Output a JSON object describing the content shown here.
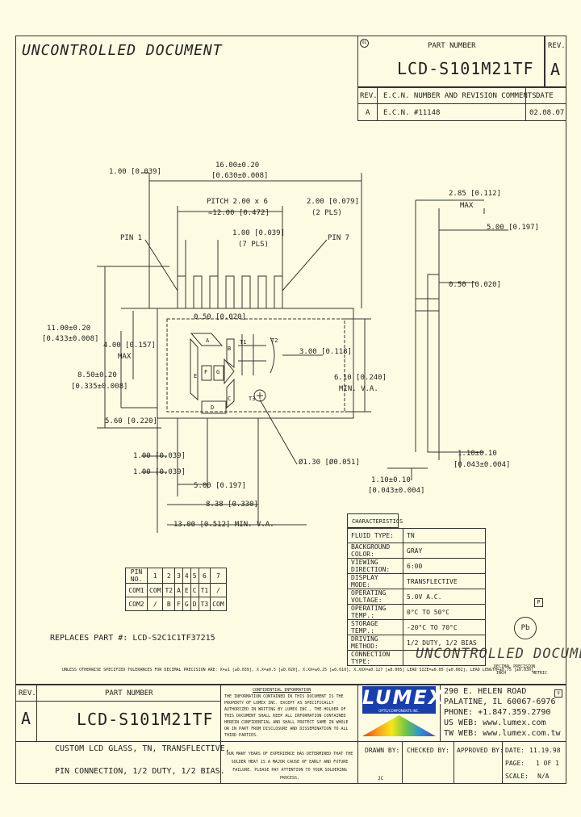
{
  "header": {
    "watermark_top": "UNCONTROLLED DOCUMENT",
    "part_number_label": "PART NUMBER",
    "part_number": "LCD-S101M21TF",
    "rev_label": "REV.",
    "rev": "A",
    "ecn_header": {
      "rev": "REV.",
      "ecn": "E.C.N. NUMBER AND REVISION COMMENTS",
      "date": "DATE"
    },
    "ecn_row": {
      "rev": "A",
      "ecn": "E.C.N. #11148",
      "date": "02.08.07"
    }
  },
  "drawing": {
    "dims": {
      "d1": "1.00 [0.039]",
      "d2a": "16.00±0.20",
      "d2b": "[0.630±0.008]",
      "pitch_a": "PITCH 2.00 x 6",
      "pitch_b": "=12.00 [0.472]",
      "d3a": "2.00 [0.079]",
      "d3b": "(2 PLS)",
      "pin1": "PIN 1",
      "pin7": "PIN 7",
      "d4a": "1.00 [0.039]",
      "d4b": "(7 PLS)",
      "d5a": "11.00±0.20",
      "d5b": "[0.433±0.008]",
      "d6": "0.50 [0.020]",
      "d7a": "4.00 [0.157]",
      "d7b": "MAX",
      "d8a": "8.50±0.20",
      "d8b": "[0.335±0.008]",
      "d9": "3.00 [0.118]",
      "d10a": "6.10 [0.240]",
      "d10b": "MIN. V.A.",
      "d11": "5.60 [0.220]",
      "d12": "1.00 [0.039]",
      "d13": "1.00 [0.039]",
      "d14": "5.00 [0.197]",
      "d15": "8.38 [0.330]",
      "d16": "13.00 [0.512] MIN. V.A.",
      "d17": "Ø1.30 [Ø0.051]",
      "side_a": "2.85 [0.112]",
      "side_b": "MAX",
      "side_c": "5.00 [0.197]",
      "side_d": "0.50 [0.020]",
      "side_e": "1.10±0.10",
      "side_f": "[0.043±0.004]",
      "side_g": "1.10±0.10",
      "side_h": "[0.043±0.004]"
    },
    "segments": {
      "a": "A",
      "b": "B",
      "c": "C",
      "d": "D",
      "e": "E",
      "f": "F",
      "g": "G",
      "t1": "T1",
      "t2": "T2",
      "t3": "T3"
    }
  },
  "pin_table": {
    "rows": [
      [
        "PIN NO.",
        "1",
        "2",
        "3",
        "4",
        "5",
        "6",
        "7"
      ],
      [
        "COM1",
        "COM",
        "T2",
        "A",
        "E",
        "C",
        "T1",
        "/"
      ],
      [
        "COM2",
        "/",
        "B",
        "F",
        "G",
        "D",
        "T3",
        "COM"
      ]
    ]
  },
  "char_table": {
    "title": "CHARACTERISTICS",
    "rows": [
      [
        "FLUID TYPE:",
        "TN"
      ],
      [
        "BACKGROUND COLOR:",
        "GRAY"
      ],
      [
        "VIEWING DIRECTION:",
        "6:00"
      ],
      [
        "DISPLAY MODE:",
        "TRANSFLECTIVE"
      ],
      [
        "OPERATING VOLTAGE:",
        "5.0V A.C."
      ],
      [
        "OPERATING TEMP.:",
        "0°C TO 50°C"
      ],
      [
        "STORAGE TEMP.:",
        "-20°C TO 70°C"
      ],
      [
        "DRIVING METHOD:",
        "1/2 DUTY, 1/2 BIAS"
      ],
      [
        "CONNECTION TYPE:",
        ""
      ]
    ]
  },
  "replaces": "REPLACES PART #: LCD-S2C1C1TF37215",
  "watermark_mid": "UNCONTROLLED DOCUMENT",
  "tolerance_note": "UNLESS OTHERWISE SPECIFIED TOLERANCES FOR DECIMAL PRECISION ARE: X=±1 [±0.039], X.X=±0.5 [±0.020], X.XX=±0.25 [±0.010], X.XXX=±0.127 [±0.005]   LEAD SIZE=±0.05 [±0.002], LEAD LENGTH=±0.75 [±0.030]",
  "tol_small_a": "DECIMAL PRECISION",
  "tol_small_b": "INCH",
  "tol_small_c": "METRIC",
  "title_block": {
    "rev_label": "REV.",
    "rev": "A",
    "pn_label": "PART NUMBER",
    "pn": "LCD-S101M21TF",
    "conf_title": "CONFIDENTIAL INFORMATION",
    "conf_text": "THE INFORMATION CONTAINED IN THIS DOCUMENT IS THE PROPERTY OF LUMEX INC. EXCEPT AS SPECIFICALLY AUTHORIZED IN WRITING BY LUMEX INC., THE HOLDER OF THIS DOCUMENT SHALL KEEP ALL INFORMATION CONTAINED HEREIN CONFIDENTIAL AND SHALL PROTECT SAME IN WHOLE OR IN PART FROM DISCLOSURE AND DISSEMINATION TO ALL THIRD PARTIES.",
    "quality_text": "OUR MANY YEARS OF EXPERIENCE HAS DETERMINED THAT THE SOLDER HEAT IS A MAJOR CAUSE OF EARLY AND FUTURE FAILURE. PLEASE PAY ATTENTION TO YOUR SOLDERING PROCESS.",
    "logo": "LUMEX",
    "logo_sub": "OPTO/COMPONENTS INC.",
    "addr1": "290 E. HELEN ROAD",
    "addr2": "PALATINE, IL 60067-6976",
    "phone": "PHONE: +1.847.359.2790",
    "web": "US WEB: www.lumex.com",
    "tw": "TW WEB: www.lumex.com.tw",
    "desc1": "CUSTOM LCD GLASS, TN, TRANSFLECTIVE,",
    "desc2": "PIN CONNECTION, 1/2 DUTY, 1/2 BIAS.",
    "drawn_by": "DRAWN BY:",
    "drawn_val": "JC",
    "checked_by": "CHECKED BY:",
    "approved_by": "APPROVED BY:",
    "date_label": "DATE:",
    "date_val": "11.19.98",
    "page_label": "PAGE:",
    "page_val": "1 OF 1",
    "scale_label": "SCALE:",
    "scale_val": "N/A"
  }
}
